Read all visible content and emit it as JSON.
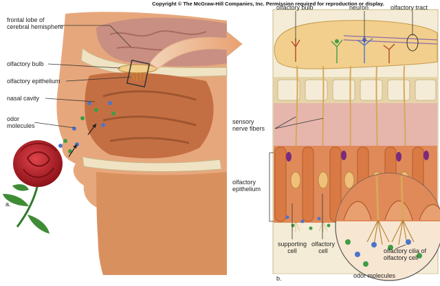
{
  "copyright": "Copyright © The McGraw-Hill Companies, Inc. Permission required for reproduction or display.",
  "panel_a": {
    "letter": "a.",
    "labels": {
      "frontal_lobe": "frontal lobe of\ncerebral hemisphere",
      "olfactory_bulb": "olfactory bulb",
      "olfactory_epithelium": "olfactory epithelium",
      "nasal_cavity": "nasal cavity",
      "odor_molecules": "odor\nmolecules"
    }
  },
  "panel_b": {
    "letter": "b.",
    "labels": {
      "olfactory_bulb": "olfactory bulb",
      "neuron": "neuron",
      "olfactory_tract": "olfactory tract",
      "sensory_nerve_fibers": "sensory\nnerve fibers",
      "olfactory_epithelium": "olfactory\nepithelium",
      "supporting_cell": "supporting\ncell",
      "olfactory_cell": "olfactory\ncell",
      "olfactory_cilia": "olfactory cilia of\nolfactory cell",
      "odor_molecules": "odor molecules"
    }
  },
  "colors": {
    "tissue": "#d9905f",
    "tissue_dark": "#b8663e",
    "brain": "#c98f82",
    "bone": "#efe3c3",
    "bulb": "#f2cf8c",
    "nerve": "#d8a75a",
    "molecule_blue": "#4e74c9",
    "molecule_green": "#3f9d45",
    "rose": "#c8242b",
    "purple": "#7a2a7e"
  }
}
